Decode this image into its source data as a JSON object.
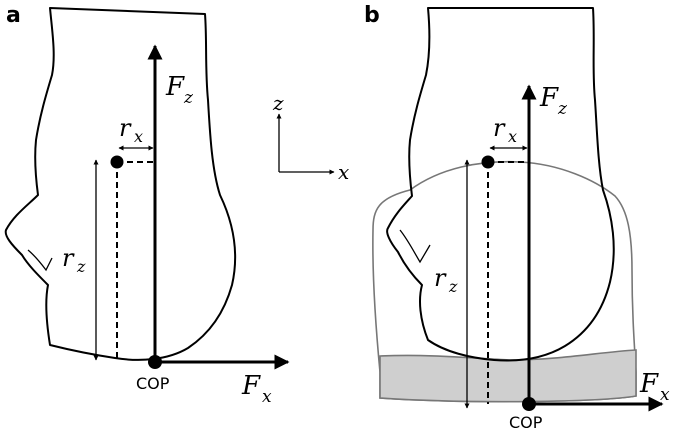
{
  "panels": [
    {
      "label": "a",
      "force_vertical": {
        "symbol": "F",
        "subscript": "z"
      },
      "force_horizontal": {
        "symbol": "F",
        "subscript": "x"
      },
      "moment_arm_horizontal": {
        "symbol": "r",
        "subscript": "x"
      },
      "moment_arm_vertical": {
        "symbol": "r",
        "subscript": "z"
      },
      "point_label": "COP"
    },
    {
      "label": "b",
      "force_vertical": {
        "symbol": "F",
        "subscript": "z"
      },
      "force_horizontal": {
        "symbol": "F",
        "subscript": "x"
      },
      "moment_arm_horizontal": {
        "symbol": "r",
        "subscript": "x"
      },
      "moment_arm_vertical": {
        "symbol": "r",
        "subscript": "z"
      },
      "point_label": "COP"
    }
  ],
  "axes_indicator": {
    "vertical": "z",
    "horizontal": "x"
  }
}
